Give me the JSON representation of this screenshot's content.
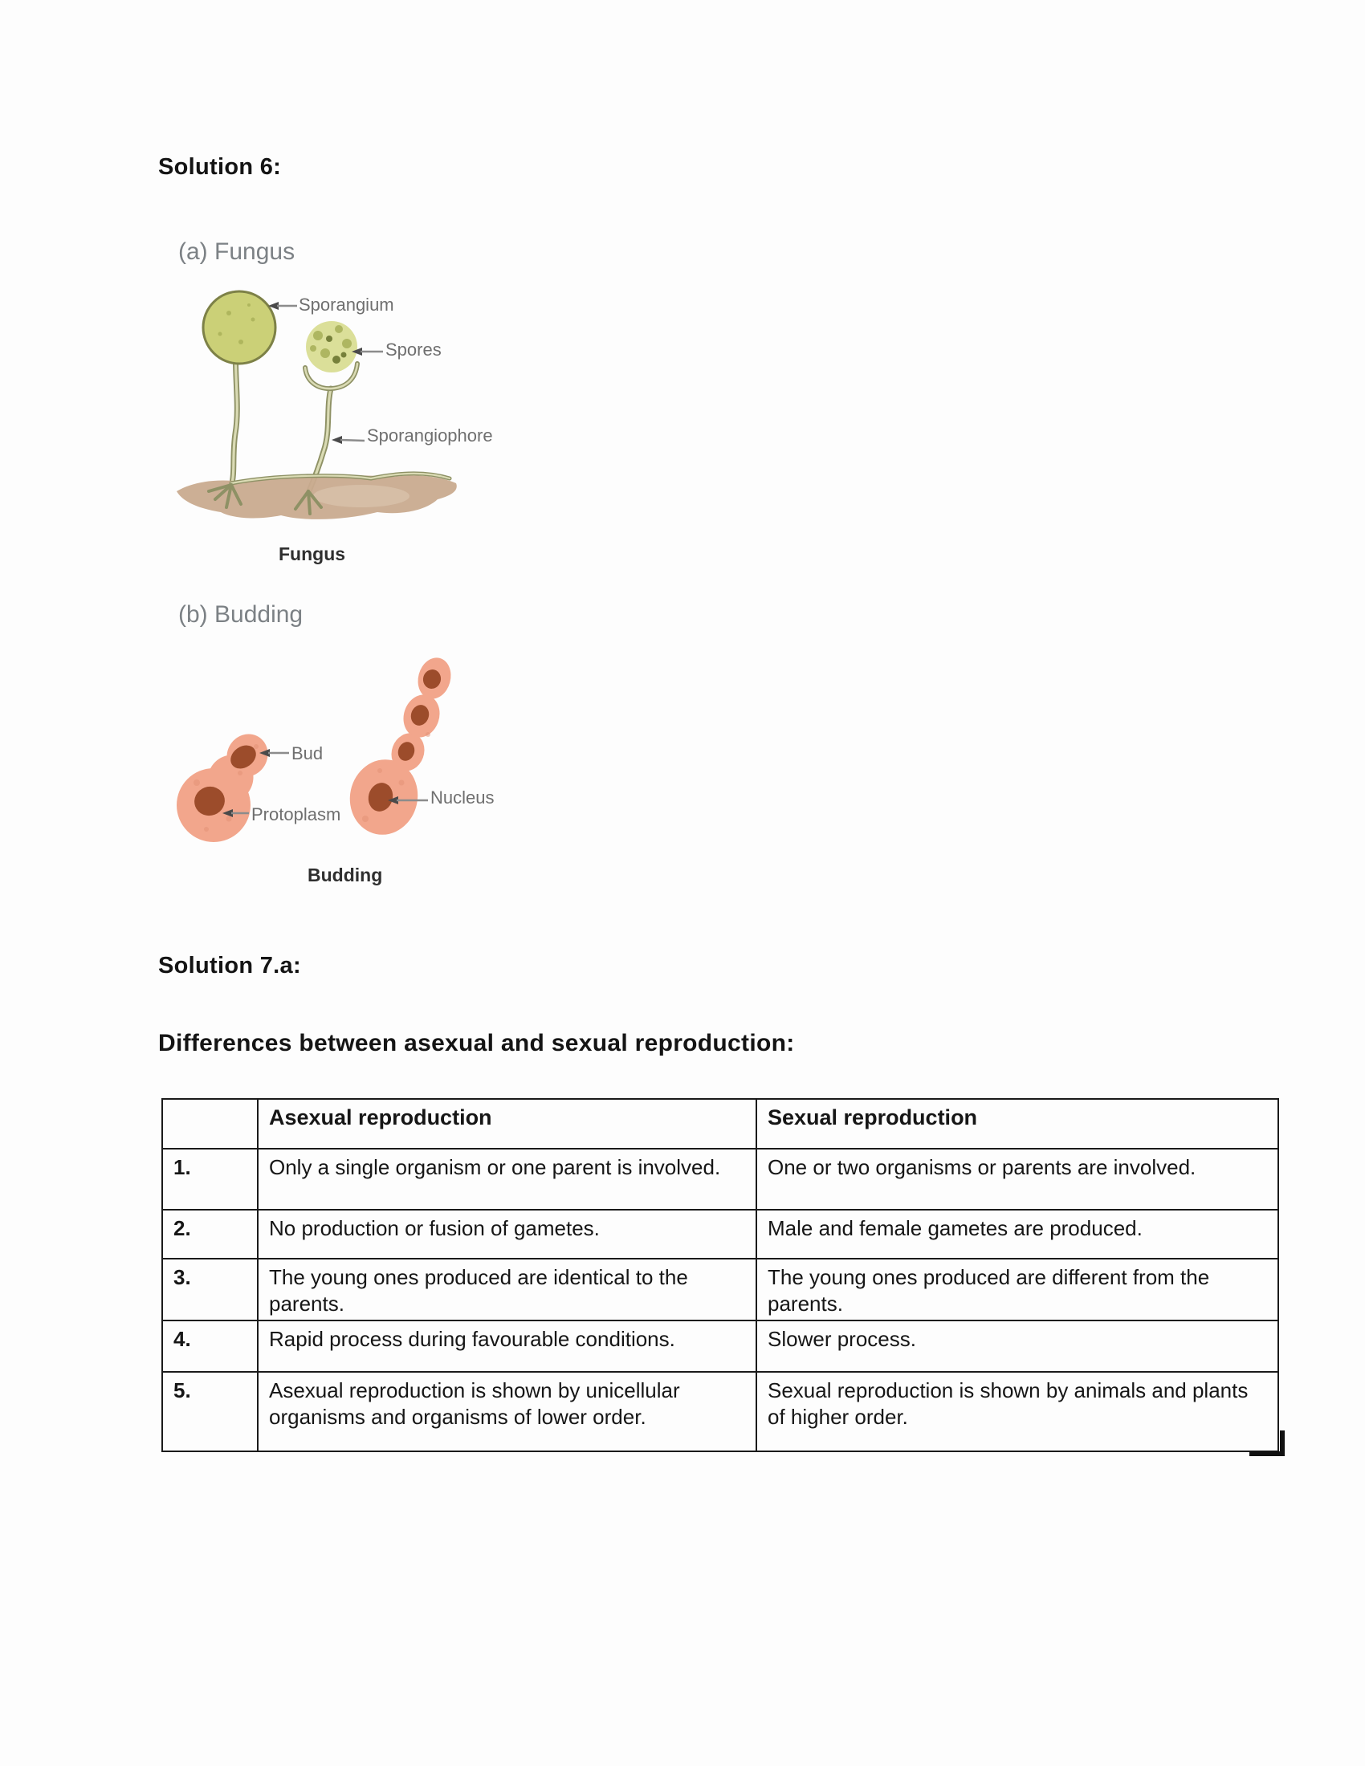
{
  "headings": {
    "solution6": "Solution 6:",
    "solution7": "Solution 7.a:",
    "differences": "Differences between asexual and sexual reproduction:"
  },
  "figures": {
    "fungus": {
      "label": "(a) Fungus",
      "caption": "Fungus",
      "annotations": {
        "sporangium": "Sporangium",
        "spores": "Spores",
        "sporangiophore": "Sporangiophore"
      }
    },
    "budding": {
      "label": "(b) Budding",
      "caption": "Budding",
      "annotations": {
        "bud": "Bud",
        "protoplasm": "Protoplasm",
        "nucleus": "Nucleus"
      }
    }
  },
  "table": {
    "headers": {
      "number": "",
      "asexual": "Asexual reproduction",
      "sexual": "Sexual reproduction"
    },
    "rows": [
      {
        "num": "1.",
        "asexual": "Only a single organism or one parent is involved.",
        "sexual": "One or two organisms or parents are involved."
      },
      {
        "num": "2.",
        "asexual": "No production or fusion of gametes.",
        "sexual": "Male and female gametes are produced."
      },
      {
        "num": "3.",
        "asexual": "The young ones produced are identical to the parents.",
        "sexual": "The young ones produced are different from the parents."
      },
      {
        "num": "4.",
        "asexual": "Rapid process during favourable conditions.",
        "sexual": "Slower process."
      },
      {
        "num": "5.",
        "asexual": "Asexual reproduction is shown by unicellular organisms and organisms of lower order.",
        "sexual": "Sexual reproduction is shown by animals and plants of higher order."
      }
    ]
  },
  "colors": {
    "sporangium_fill": "#cbd077",
    "sporangium_outline": "#7d8147",
    "stalk_outline": "#8e9165",
    "stalk_inner": "#dadbb4",
    "spores_fill": "#d7dc8e",
    "spore_dot": "#a3ab52",
    "spore_dot_dark": "#76803a",
    "ground_fill": "#c9ab8f",
    "ground_light": "#dcc8b2",
    "cell_fill": "#f2a68c",
    "cell_speckle": "#e28f74",
    "nucleus_fill": "#9c4c2b",
    "leader_line": "#8c8c8c",
    "arrow_fill": "#4a4a4a",
    "annotation_text": "#6f6f6f",
    "figure_label_text": "#7c8185",
    "heading_text": "#141414",
    "table_border": "#1a1a1a"
  }
}
